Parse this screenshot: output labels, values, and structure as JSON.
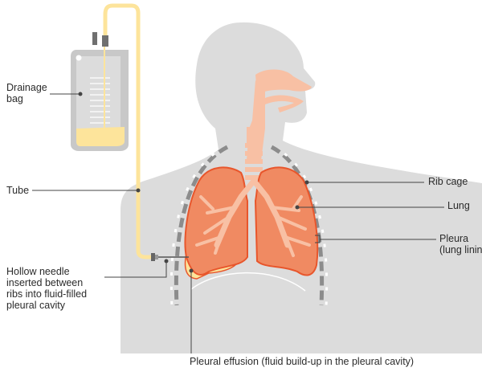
{
  "labels": {
    "drainage_bag": [
      "Drainage",
      "bag"
    ],
    "tube": "Tube",
    "hollow_needle": [
      "Hollow needle",
      "inserted between",
      "ribs into fluid-filled",
      "pleural cavity"
    ],
    "rib_cage": "Rib cage",
    "lung": "Lung",
    "pleura": [
      "Pleura",
      "(lung lining)"
    ],
    "pleural_effusion": "Pleural effusion (fluid build-up in the pleural cavity)"
  },
  "colors": {
    "body": "#dcdcdc",
    "bag": "#c8c8c8",
    "fluid": "#fde49b",
    "lung": "#f08a62",
    "lung_edge": "#e8562c",
    "airway": "#f8c0a4",
    "pointer": "#444444"
  }
}
